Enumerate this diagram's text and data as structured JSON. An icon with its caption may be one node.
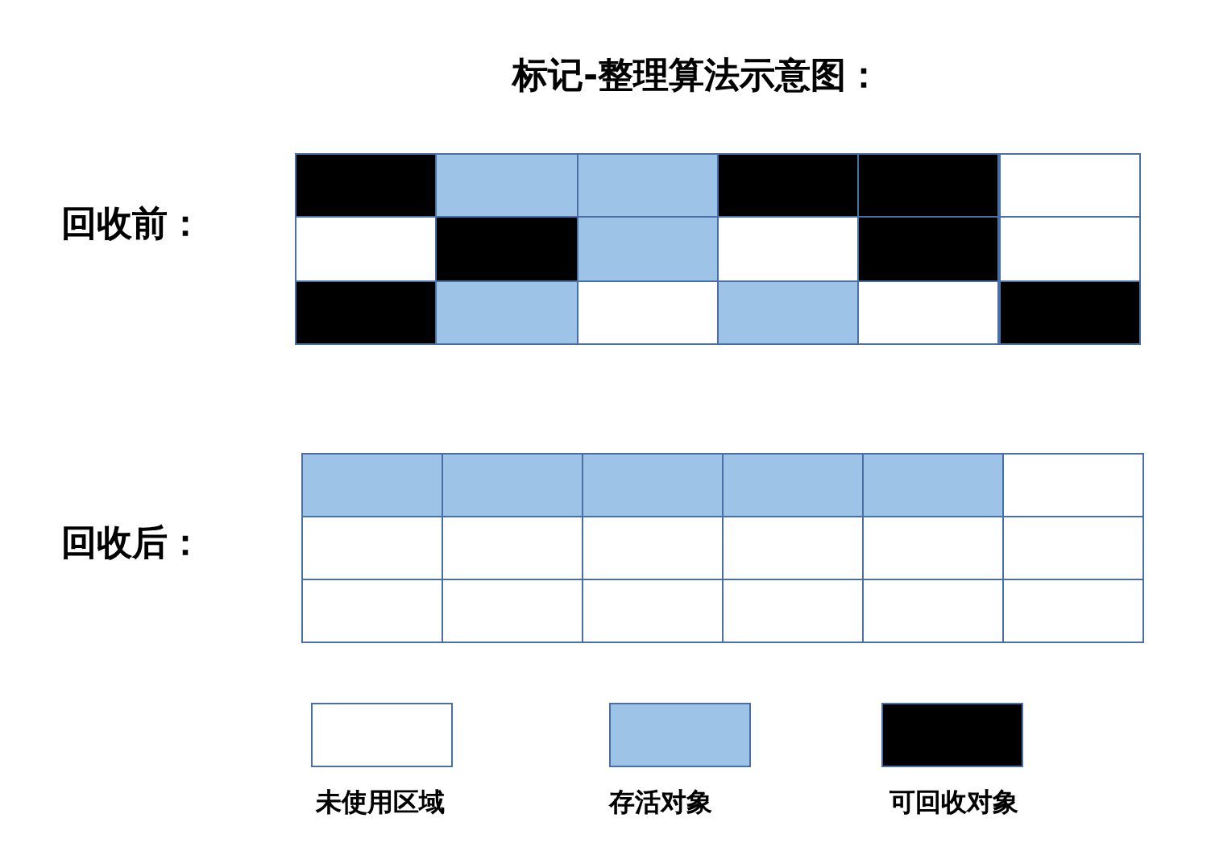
{
  "diagram": {
    "title": "标记-整理算法示意图：",
    "labels": [
      "回收前：",
      "回收后："
    ],
    "legend": [
      {
        "text": "未使用区域",
        "color": "#ffffff"
      },
      {
        "text": "存活对象",
        "color": "#9dc3e6"
      },
      {
        "text": "可回收对象",
        "color": "#000000"
      }
    ]
  }
}
